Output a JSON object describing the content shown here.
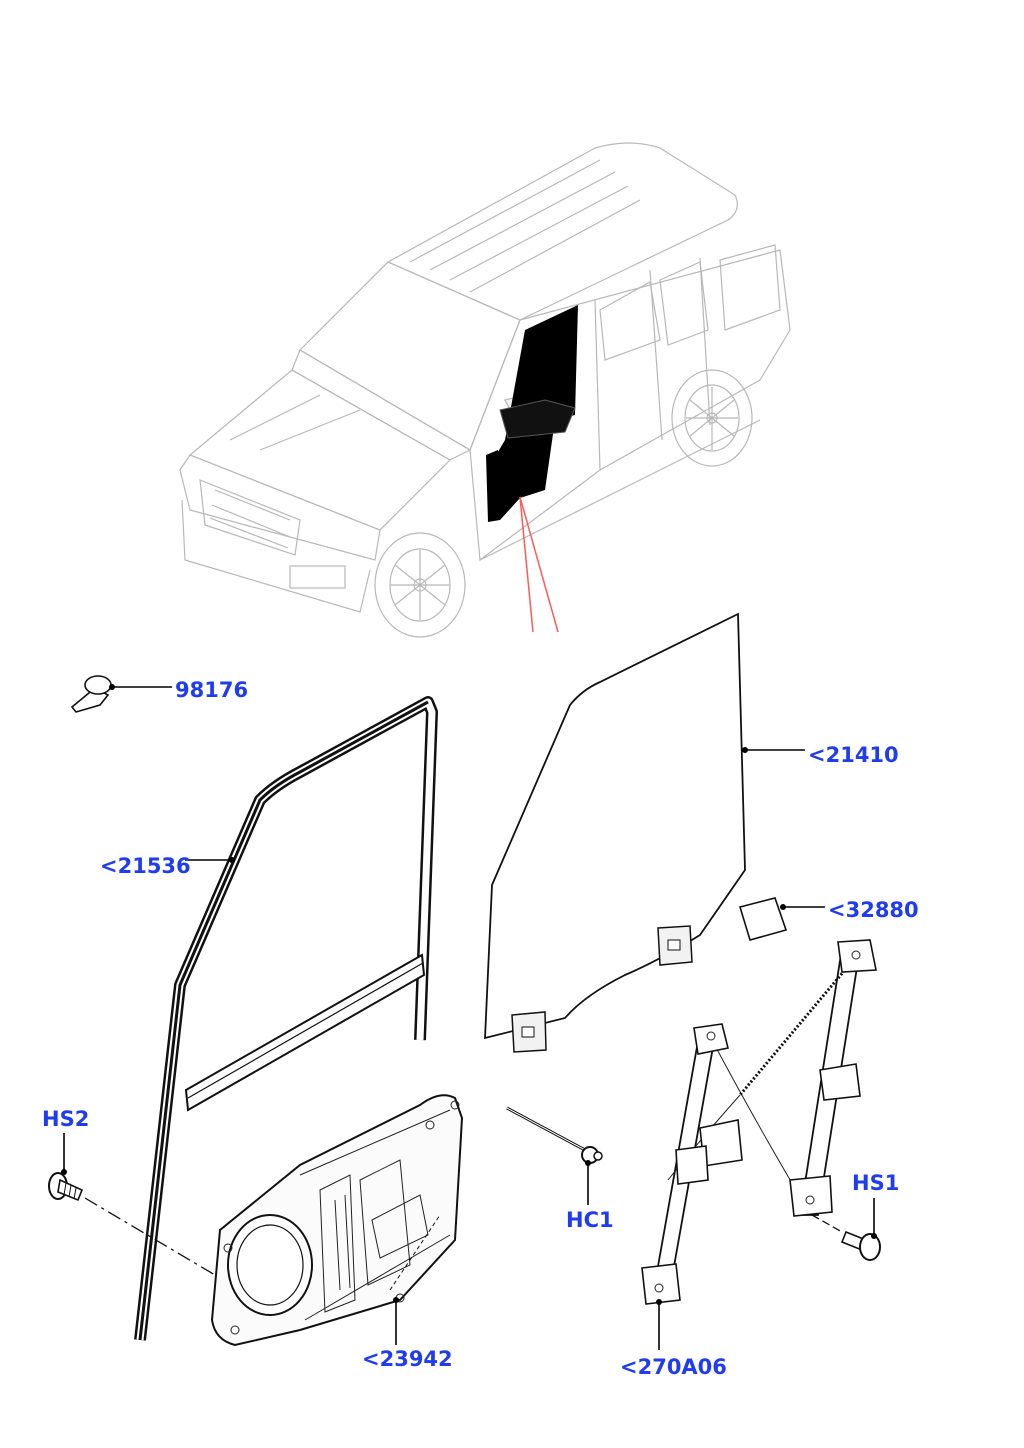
{
  "callouts": {
    "c98176": "98176",
    "c21410": "<21410",
    "c21536": "<21536",
    "c32880": "<32880",
    "hs2": "HS2",
    "hs1": "HS1",
    "hc1": "HC1",
    "c23942": "<23942",
    "c270a06": "<270A06"
  },
  "colors": {
    "callout_text": "#1f3cf0",
    "highlight": "#000000",
    "pointer_lines": "#ff5a5a",
    "vehicle_outline": "#b8b8b8"
  }
}
